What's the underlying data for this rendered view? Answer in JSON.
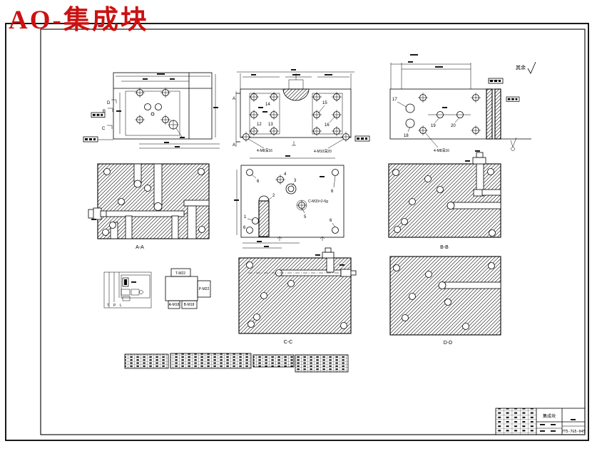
{
  "title": "AO-集成块",
  "colors": {
    "title_red": "#cc1111"
  },
  "sections": {
    "aa": "A-A",
    "bb": "B-B",
    "cc": "C-C",
    "dd": "D-D"
  },
  "plan_view": {
    "cut_b": "B",
    "cut_c": "C",
    "cut_d": "D"
  },
  "front_view": {
    "cut_a_top": "A",
    "cut_a_bottom": "A",
    "balloons": [
      "12",
      "13",
      "14",
      "15",
      "16"
    ],
    "note_left": "4-M8深16",
    "note_right": "4-M10深20"
  },
  "side_view": {
    "balloons": [
      "17",
      "18",
      "19",
      "20"
    ],
    "note": "4-M8深16",
    "finish_note": "其余"
  },
  "bottom_view": {
    "balloons": [
      "1",
      "2",
      "3",
      "4",
      "5",
      "6"
    ],
    "thread_note": "C-M33×2-6g"
  },
  "schematic": {
    "ports": [
      "T",
      "P",
      "L"
    ]
  },
  "hookup": {
    "top": "T-M22",
    "right": "P-M22",
    "bottom_left": "A-M18",
    "bottom_right": "B-M18"
  },
  "title_block": {
    "part_name": "集成块",
    "drawing_no": "7T5-7G5-045"
  }
}
